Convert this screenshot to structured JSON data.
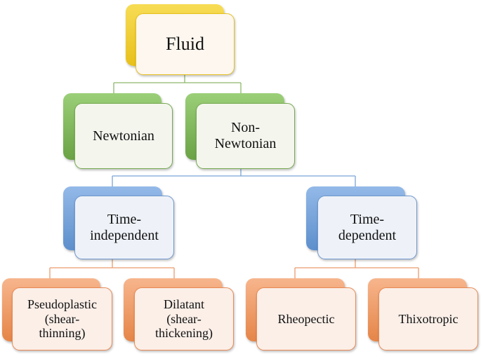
{
  "diagram": {
    "root": {
      "label": "Fluid"
    },
    "level1": {
      "newtonian": {
        "label": "Newtonian"
      },
      "non_newtonian": {
        "label": "Non-\nNewtonian"
      }
    },
    "level2": {
      "time_independent": {
        "label": "Time-\nindependent"
      },
      "time_dependent": {
        "label": "Time-\ndependent"
      }
    },
    "level3": {
      "pseudoplastic": {
        "label": "Pseudoplastic\n(shear-\nthinning)"
      },
      "dilatant": {
        "label": "Dilatant\n(shear-\nthickening)"
      },
      "rheopectic": {
        "label": "Rheopectic"
      },
      "thixotropic": {
        "label": "Thixotropic"
      }
    },
    "colors": {
      "yellow": "#e8c21f",
      "green": "#77aa50",
      "blue": "#6f98d0",
      "orange": "#e98a55"
    }
  }
}
